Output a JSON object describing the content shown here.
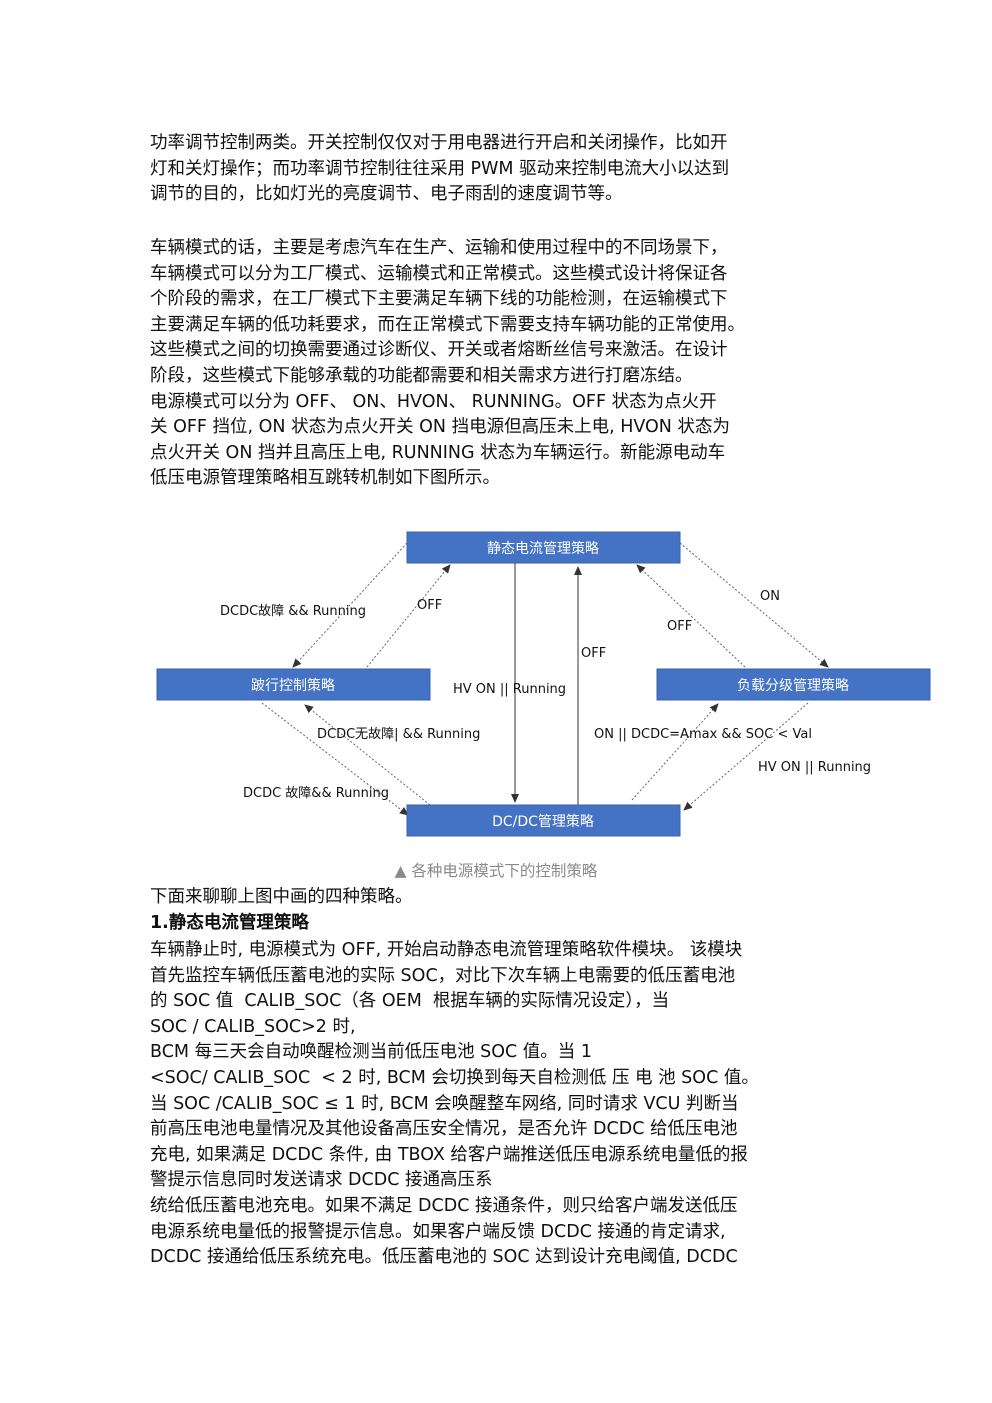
{
  "paragraph_1": [
    "功率调节控制两类。开关控制仅仅对于用电器进行开启和关闭操作，比如开",
    "灯和关灯操作；而功率调节控制往往采用 PWM 驱动来控制电流大小以达到",
    "调节的目的，比如灯光的亮度调节、电子雨刮的速度调节等。"
  ],
  "paragraph_2": [
    "车辆模式的话，主要是考虑汽车在生产、运输和使用过程中的不同场景下，",
    "车辆模式可以分为工厂模式、运输模式和正常模式。这些模式设计将保证各",
    "个阶段的需求，在工厂模式下主要满足车辆下线的功能检测，在运输模式下",
    "主要满足车辆的低功耗要求，而在正常模式下需要支持车辆功能的正常使用。",
    "这些模式之间的切换需要通过诊断仪、开关或者熔断丝信号来激活。在设计",
    "阶段，这些模式下能够承载的功能都需要和相关需求方进行打磨冻结。",
    "电源模式可以分为 OFF、 ON、HVON、 RUNNING。OFF 状态为点火开",
    "关 OFF 挡位, ON 状态为点火开关 ON 挡电源但高压未上电, HVON 状态为",
    "点火开关 ON 挡并且高压上电, RUNNING 状态为车辆运行。新能源电动车",
    "低压电源管理策略相互跳转机制如下图所示。"
  ],
  "diagram": {
    "nodes": {
      "top": "静态电流管理策略",
      "left": "跛行控制策略",
      "right": "负载分级管理策略",
      "bottom": "DC/DC管理策略"
    },
    "labels": {
      "dcdc_fault_running": "DCDC故障 && Running",
      "off_left": "OFF",
      "on_right": "ON",
      "off_right": "OFF",
      "off_center": "OFF",
      "hvon_running_center": "HV ON || Running",
      "dcdc_no_fault": "DCDC无故障| && Running",
      "on_dcdc_amax": "ON || DCDC=Amax && SOC < Val",
      "hvon_running_right": "HV ON || Running",
      "dcdc_fault_running_2": "DCDC 故障&& Running"
    },
    "colors": {
      "node_fill": "#4472C4",
      "node_text": "#ffffff"
    }
  },
  "caption": "▲ 各种电源模式下的控制策略",
  "intro_line": "下面来聊聊上图中画的四种策略。",
  "heading_1": "1.静态电流管理策略",
  "paragraph_3": [
    "车辆静止时, 电源模式为 OFF, 开始启动静态电流管理策略软件模块。 该模块",
    "首先监控车辆低压蓄电池的实际 SOC，对比下次车辆上电需要的低压蓄电池",
    "的 SOC 值  CALIB_SOC（各 OEM  根据车辆的实际情况设定），当",
    "SOC / CALIB_SOC>2 时,",
    "BCM 每三天会自动唤醒检测当前低压电池 SOC 值。当 1",
    "<SOC/ CALIB_SOC  < 2 时, BCM 会切换到每天自检测低 压 电 池 SOC 值。",
    "当 SOC /CALIB_SOC ≤ 1 时, BCM 会唤醒整车网络, 同时请求 VCU 判断当",
    "前高压电池电量情况及其他设备高压安全情况，是否允许 DCDC 给低压电池",
    "充电, 如果满足 DCDC 条件, 由 TBOX 给客户端推送低压电源系统电量低的报",
    "警提示信息同时发送请求 DCDC 接通高压系",
    "统给低压蓄电池充电。如果不满足 DCDC 接通条件，则只给客户端发送低压",
    "电源系统电量低的报警提示信息。如果客户端反馈 DCDC 接通的肯定请求,",
    "DCDC 接通给低压系统充电。低压蓄电池的 SOC 达到设计充电阈值, DCDC"
  ]
}
